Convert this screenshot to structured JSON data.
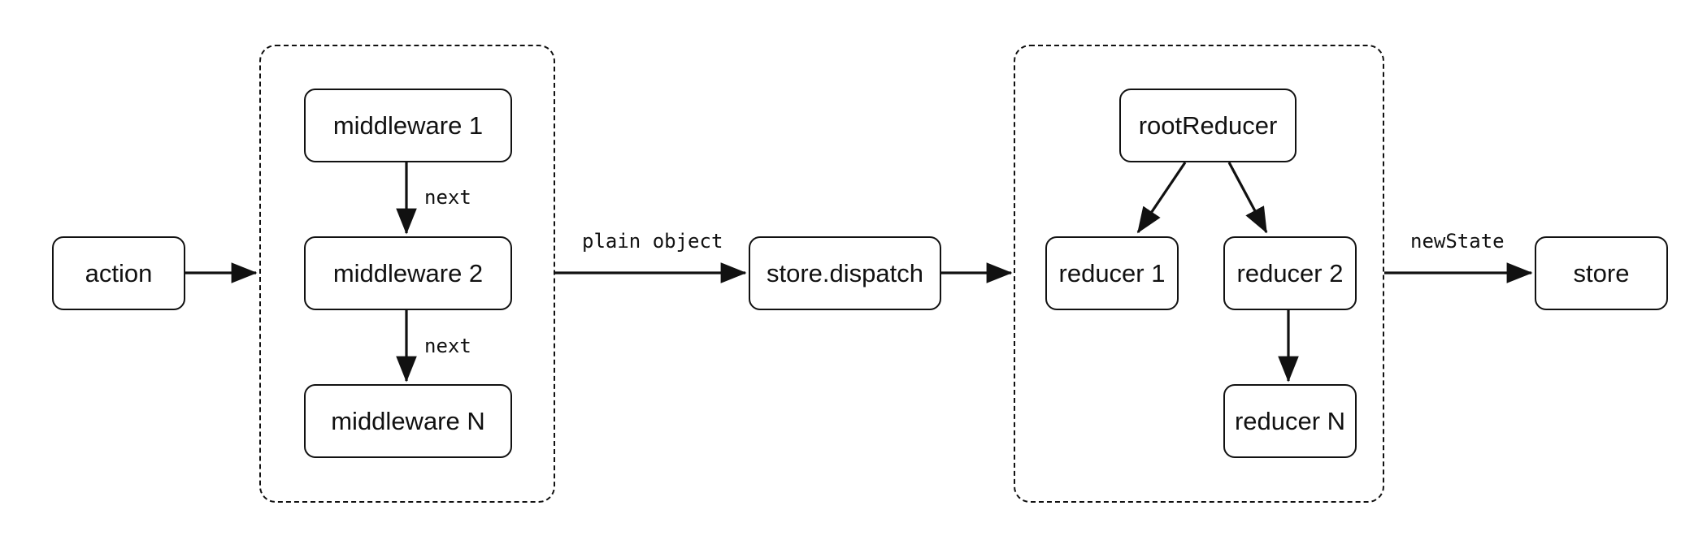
{
  "nodes": {
    "action": "action",
    "middleware_1": "middleware 1",
    "middleware_2": "middleware 2",
    "middleware_n": "middleware N",
    "store_dispatch": "store.dispatch",
    "root_reducer": "rootReducer",
    "reducer_1": "reducer 1",
    "reducer_2": "reducer 2",
    "reducer_n": "reducer N",
    "store": "store"
  },
  "edge_labels": {
    "mw1_to_mw2": "next",
    "mw2_to_mwn": "next",
    "middleware_to_dispatch": "plain object",
    "reducers_to_store": "newState"
  },
  "colors": {
    "stroke": "#111111",
    "background": "#ffffff"
  }
}
